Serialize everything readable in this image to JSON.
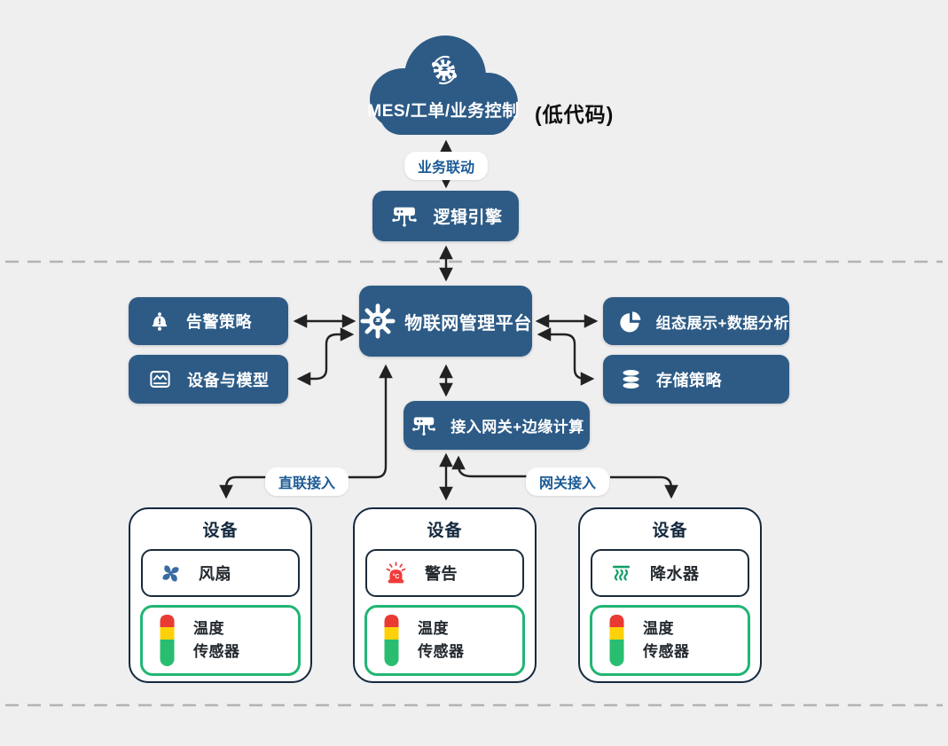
{
  "cloud": {
    "label": "MES/工单/业务控制",
    "note": "(低代码)"
  },
  "connector_labels": {
    "business": "业务联动",
    "direct": "直联接入",
    "gateway": "网关接入"
  },
  "nodes": {
    "logic_engine": {
      "label": "逻辑引擎"
    },
    "platform": {
      "label": "物联网管理平台"
    },
    "alarm_policy": {
      "label": "告警策略"
    },
    "device_model": {
      "label": "设备与模型"
    },
    "scada_analysis": {
      "label": "组态展示+数据分析"
    },
    "storage_policy": {
      "label": "存储策略"
    },
    "edge_gateway": {
      "label": "接入网关+边缘计算"
    }
  },
  "devices": [
    {
      "title": "设备",
      "component": "风扇",
      "sensor_line1": "温度",
      "sensor_line2": "传感器"
    },
    {
      "title": "设备",
      "component": "警告",
      "sensor_line1": "温度",
      "sensor_line2": "传感器"
    },
    {
      "title": "设备",
      "component": "降水器",
      "sensor_line1": "温度",
      "sensor_line2": "传感器"
    }
  ],
  "icons": {
    "siren_text": "°C"
  },
  "colors": {
    "background": "#efefef",
    "node_navy": "#2d5b86",
    "line": "#222222",
    "dashed_line": "#b3b3b3",
    "sensor_green_border": "#21b573",
    "fan_blue": "#3a6ba2",
    "siren_red": "#f03b3b",
    "sprinkler_green": "#149e66",
    "sensor_red": "#e93a34",
    "sensor_yellow": "#ffd10a",
    "sensor_green": "#29bd70",
    "pill_text": "#1c5b96"
  }
}
